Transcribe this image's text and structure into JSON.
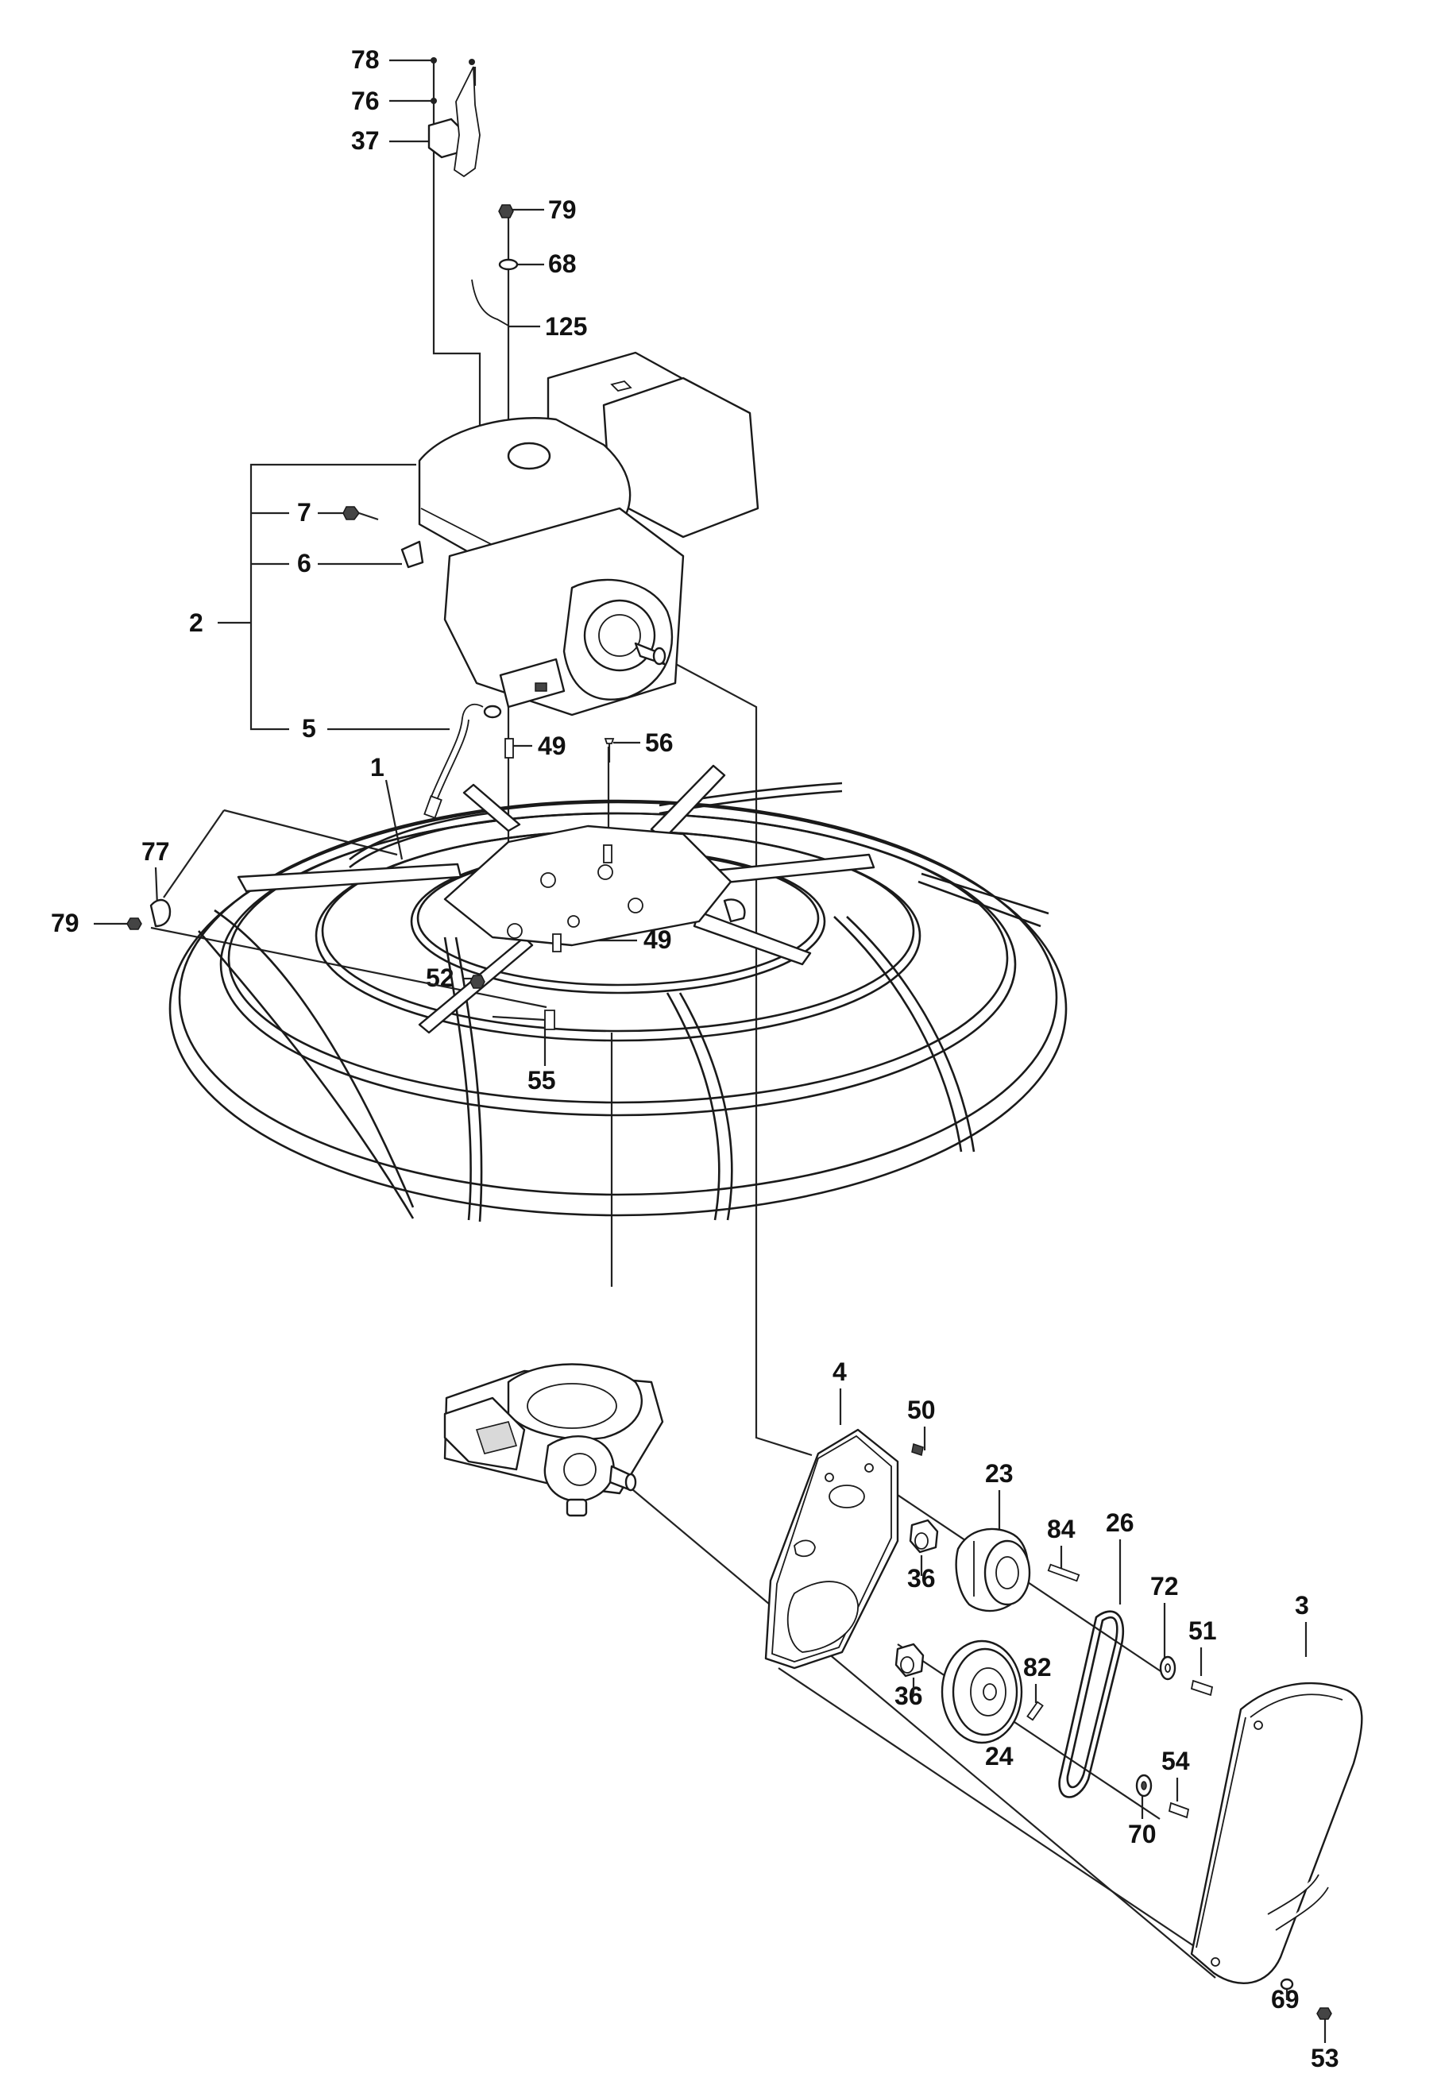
{
  "diagram": {
    "labels": [
      {
        "id": "p78",
        "text": "78"
      },
      {
        "id": "p76",
        "text": "76"
      },
      {
        "id": "p37",
        "text": "37"
      },
      {
        "id": "p79a",
        "text": "79"
      },
      {
        "id": "p68",
        "text": "68"
      },
      {
        "id": "p125",
        "text": "125"
      },
      {
        "id": "p7",
        "text": "7"
      },
      {
        "id": "p6",
        "text": "6"
      },
      {
        "id": "p2",
        "text": "2"
      },
      {
        "id": "p5",
        "text": "5"
      },
      {
        "id": "p49a",
        "text": "49"
      },
      {
        "id": "p56",
        "text": "56"
      },
      {
        "id": "p1",
        "text": "1"
      },
      {
        "id": "p77",
        "text": "77"
      },
      {
        "id": "p79b",
        "text": "79"
      },
      {
        "id": "p49b",
        "text": "49"
      },
      {
        "id": "p52",
        "text": "52"
      },
      {
        "id": "p55",
        "text": "55"
      },
      {
        "id": "p4",
        "text": "4"
      },
      {
        "id": "p50",
        "text": "50"
      },
      {
        "id": "p23",
        "text": "23"
      },
      {
        "id": "p84",
        "text": "84"
      },
      {
        "id": "p26",
        "text": "26"
      },
      {
        "id": "p72",
        "text": "72"
      },
      {
        "id": "p51",
        "text": "51"
      },
      {
        "id": "p3",
        "text": "3"
      },
      {
        "id": "p36a",
        "text": "36"
      },
      {
        "id": "p82",
        "text": "82"
      },
      {
        "id": "p36b",
        "text": "36"
      },
      {
        "id": "p24",
        "text": "24"
      },
      {
        "id": "p54",
        "text": "54"
      },
      {
        "id": "p70",
        "text": "70"
      },
      {
        "id": "p69",
        "text": "69"
      },
      {
        "id": "p53",
        "text": "53"
      }
    ]
  }
}
